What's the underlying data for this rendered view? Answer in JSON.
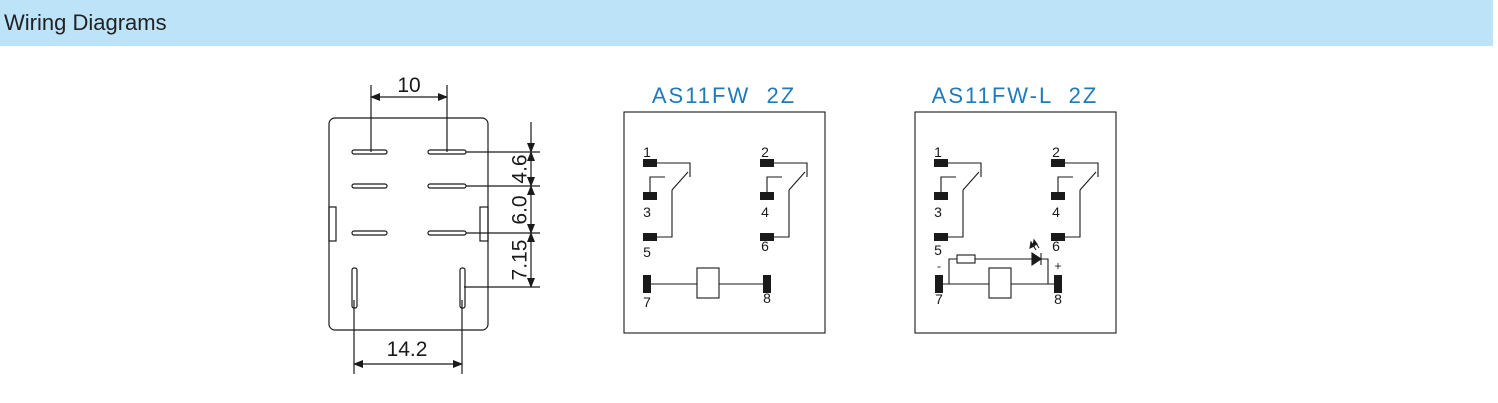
{
  "header": {
    "title": "Wiring Diagrams"
  },
  "colors": {
    "header_bg": "#bde3f8",
    "title_blue": "#1f7ab8",
    "line": "#1a1a1a"
  },
  "dimension_drawing": {
    "top_width": "10",
    "bottom_width": "14.2",
    "spacing_1": "4.6",
    "spacing_2": "6.0",
    "spacing_3": "7.15"
  },
  "diagrams": [
    {
      "title": "AS11FW  2Z",
      "pins": [
        "1",
        "2",
        "3",
        "4",
        "5",
        "6",
        "7",
        "8"
      ]
    },
    {
      "title": "AS11FW-L  2Z",
      "pins": [
        "1",
        "2",
        "3",
        "4",
        "5",
        "6",
        "7",
        "8"
      ],
      "polarity_minus": "-",
      "polarity_plus": "+"
    }
  ]
}
